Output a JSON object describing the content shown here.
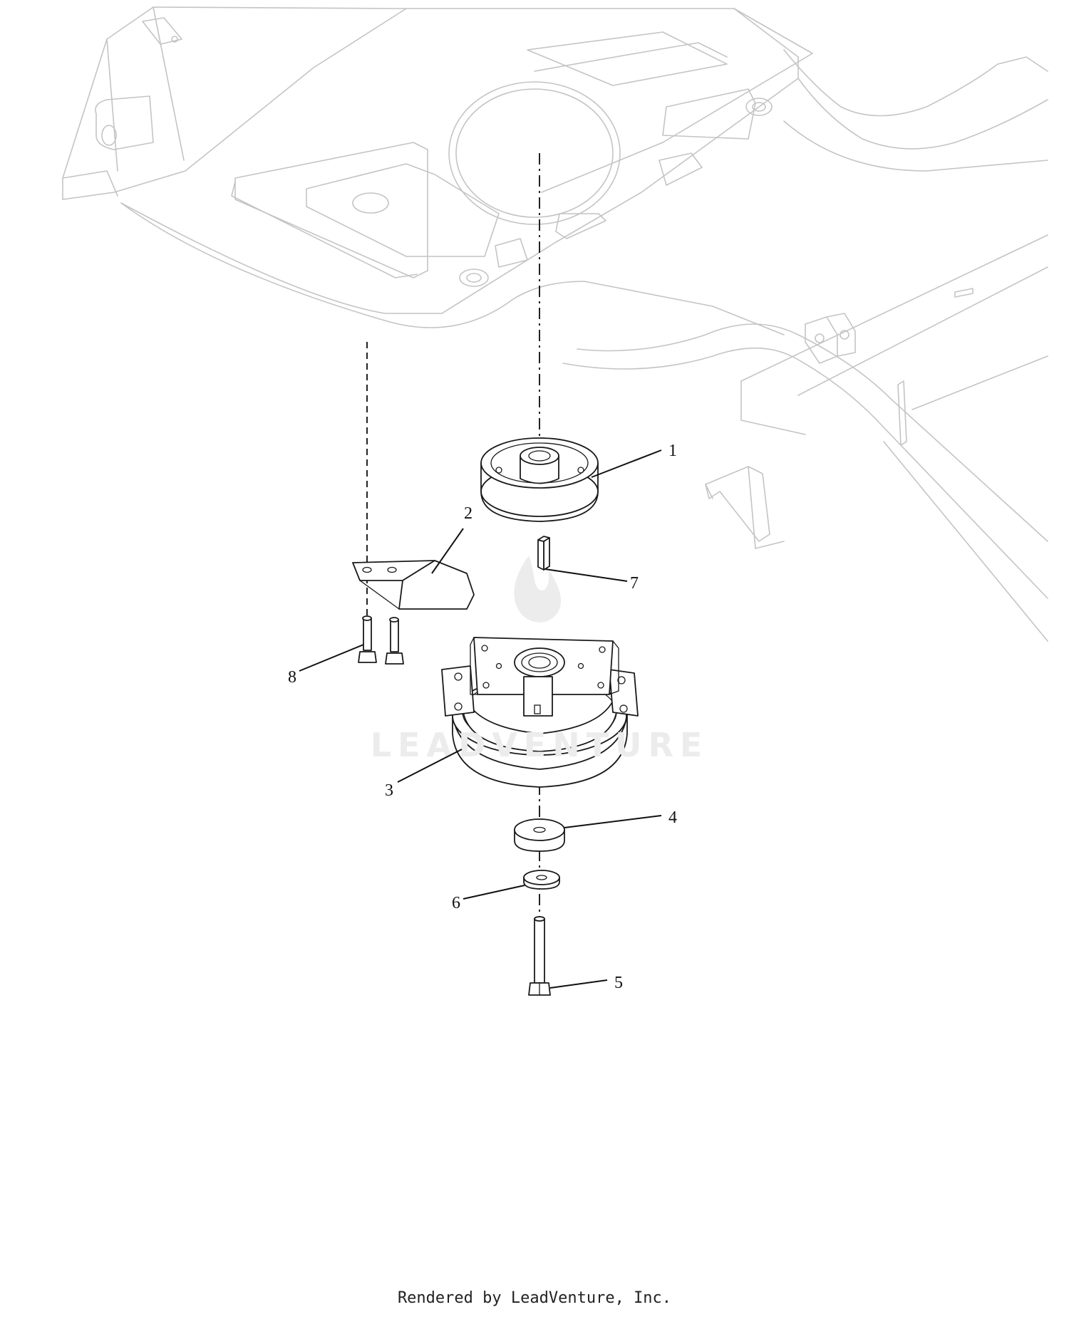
{
  "callouts": {
    "p1": "1",
    "p2": "2",
    "p3": "3",
    "p4": "4",
    "p5": "5",
    "p6": "6",
    "p7": "7",
    "p8": "8"
  },
  "watermark": {
    "text": "LEADVENTURE",
    "icon": "flame-logo-icon"
  },
  "footer": {
    "text": "Rendered by LeadVenture, Inc."
  }
}
